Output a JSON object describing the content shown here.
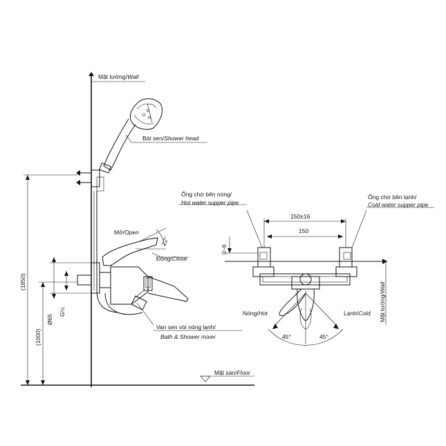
{
  "labels": {
    "wall_left": "Mặt tường/",
    "wall_left_en": "Wall",
    "shower_head": "Bát sen/",
    "shower_head_en": "Shower head",
    "open": "Mở/",
    "open_en": "Open",
    "close": "Đóng/",
    "close_en": "Close",
    "angle_22": "22°",
    "mixer_vi": "Van sen vòi nóng lạnh/",
    "mixer_en": "Bath & Shower mixer",
    "floor": "Mặt sàn/",
    "floor_en": "Floor",
    "hot_pipe_vi": "Ống chờ bên nóng/",
    "hot_pipe_en": "Hot water supper pipe",
    "cold_pipe_vi": "Ống chờ bên lạnh/",
    "cold_pipe_en": "Cold water supper pipe",
    "hot": "Nóng/",
    "hot_en": "Hot",
    "cold": "Lạnh/",
    "cold_en": "Cold",
    "wall_right": "Mặt tường/",
    "wall_right_en": "Wall",
    "angle_left": "45°",
    "angle_right": "45°"
  },
  "dimensions": {
    "d1850": "(1850)",
    "d1000": "(1000)",
    "d65": "Ø65",
    "dg12": "G½",
    "d150_16": "150±16",
    "d150": "150",
    "d0_6": "0~6"
  },
  "colors": {
    "ink": "#111111",
    "background": "#ffffff"
  }
}
